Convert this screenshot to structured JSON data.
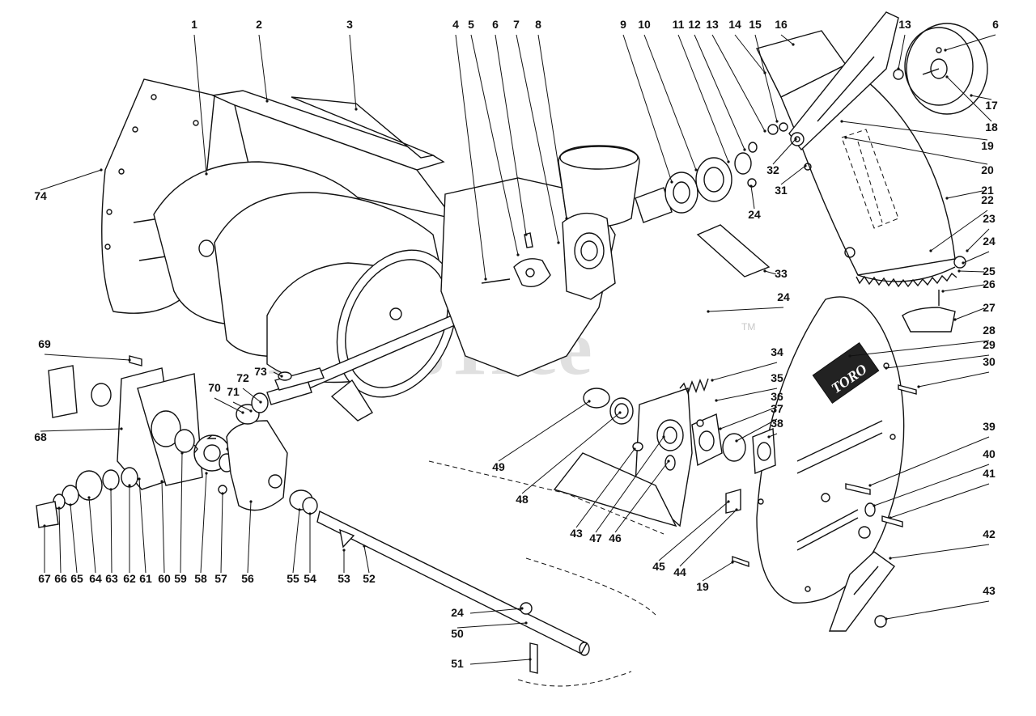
{
  "watermark": {
    "text": "PartsTree",
    "tm": "TM"
  },
  "brand_plate": "TORO",
  "labels": [
    {
      "id": "1",
      "t": "1"
    },
    {
      "id": "2",
      "t": "2"
    },
    {
      "id": "3",
      "t": "3"
    },
    {
      "id": "4",
      "t": "4"
    },
    {
      "id": "5",
      "t": "5"
    },
    {
      "id": "6a",
      "t": "6"
    },
    {
      "id": "7",
      "t": "7"
    },
    {
      "id": "8",
      "t": "8"
    },
    {
      "id": "9",
      "t": "9"
    },
    {
      "id": "10",
      "t": "10"
    },
    {
      "id": "11",
      "t": "11"
    },
    {
      "id": "12",
      "t": "12"
    },
    {
      "id": "13a",
      "t": "13"
    },
    {
      "id": "14",
      "t": "14"
    },
    {
      "id": "15",
      "t": "15"
    },
    {
      "id": "16",
      "t": "16"
    },
    {
      "id": "13b",
      "t": "13"
    },
    {
      "id": "6b",
      "t": "6"
    },
    {
      "id": "17",
      "t": "17"
    },
    {
      "id": "18",
      "t": "18"
    },
    {
      "id": "19a",
      "t": "19"
    },
    {
      "id": "20",
      "t": "20"
    },
    {
      "id": "21",
      "t": "21"
    },
    {
      "id": "22",
      "t": "22"
    },
    {
      "id": "23",
      "t": "23"
    },
    {
      "id": "24a",
      "t": "24"
    },
    {
      "id": "25",
      "t": "25"
    },
    {
      "id": "26",
      "t": "26"
    },
    {
      "id": "27",
      "t": "27"
    },
    {
      "id": "28",
      "t": "28"
    },
    {
      "id": "29",
      "t": "29"
    },
    {
      "id": "30",
      "t": "30"
    },
    {
      "id": "31",
      "t": "31"
    },
    {
      "id": "32",
      "t": "32"
    },
    {
      "id": "24b",
      "t": "24"
    },
    {
      "id": "33",
      "t": "33"
    },
    {
      "id": "24c",
      "t": "24"
    },
    {
      "id": "34",
      "t": "34"
    },
    {
      "id": "35",
      "t": "35"
    },
    {
      "id": "36",
      "t": "36"
    },
    {
      "id": "37",
      "t": "37"
    },
    {
      "id": "38",
      "t": "38"
    },
    {
      "id": "39",
      "t": "39"
    },
    {
      "id": "40",
      "t": "40"
    },
    {
      "id": "41",
      "t": "41"
    },
    {
      "id": "42",
      "t": "42"
    },
    {
      "id": "43a",
      "t": "43"
    },
    {
      "id": "74",
      "t": "74"
    },
    {
      "id": "69",
      "t": "69"
    },
    {
      "id": "73",
      "t": "73"
    },
    {
      "id": "72",
      "t": "72"
    },
    {
      "id": "71",
      "t": "71"
    },
    {
      "id": "70",
      "t": "70"
    },
    {
      "id": "68",
      "t": "68"
    },
    {
      "id": "49",
      "t": "49"
    },
    {
      "id": "48",
      "t": "48"
    },
    {
      "id": "43b",
      "t": "43"
    },
    {
      "id": "47",
      "t": "47"
    },
    {
      "id": "46",
      "t": "46"
    },
    {
      "id": "45",
      "t": "45"
    },
    {
      "id": "44",
      "t": "44"
    },
    {
      "id": "19b",
      "t": "19"
    },
    {
      "id": "67",
      "t": "67"
    },
    {
      "id": "66",
      "t": "66"
    },
    {
      "id": "65",
      "t": "65"
    },
    {
      "id": "64",
      "t": "64"
    },
    {
      "id": "63",
      "t": "63"
    },
    {
      "id": "62",
      "t": "62"
    },
    {
      "id": "61",
      "t": "61"
    },
    {
      "id": "60",
      "t": "60"
    },
    {
      "id": "59",
      "t": "59"
    },
    {
      "id": "58",
      "t": "58"
    },
    {
      "id": "57",
      "t": "57"
    },
    {
      "id": "56",
      "t": "56"
    },
    {
      "id": "55",
      "t": "55"
    },
    {
      "id": "54",
      "t": "54"
    },
    {
      "id": "53",
      "t": "53"
    },
    {
      "id": "52",
      "t": "52"
    },
    {
      "id": "24d",
      "t": "24"
    },
    {
      "id": "50",
      "t": "50"
    },
    {
      "id": "51",
      "t": "51"
    }
  ]
}
